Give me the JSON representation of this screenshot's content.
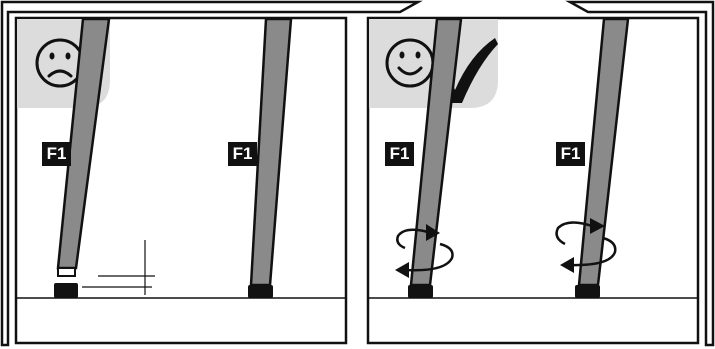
{
  "panels": [
    {
      "status": "incorrect",
      "face": "sad-face-icon",
      "legs": [
        {
          "label": "F1"
        },
        {
          "label": "F1"
        }
      ]
    },
    {
      "status": "correct",
      "face": "happy-face-icon",
      "mark": "check-mark-icon",
      "legs": [
        {
          "label": "F1"
        },
        {
          "label": "F1"
        }
      ]
    }
  ],
  "colors": {
    "leg": "#8a8a8a",
    "outline": "#111111",
    "badge": "#dcdcdc",
    "label_bg": "#111111",
    "label_text": "#ffffff"
  }
}
